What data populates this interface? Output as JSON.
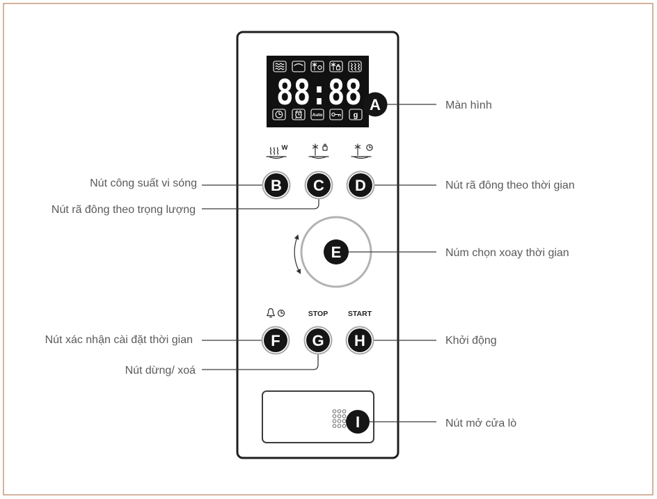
{
  "colors": {
    "frame": "#c9977c",
    "panel": "#1e1e1e",
    "display": "#111111",
    "marker": "#151515",
    "ring": "#a8a8a8",
    "label": "#5a5a5a",
    "leader": "#3a3a3a",
    "symbol": "#2e2e2e"
  },
  "display": {
    "time": "88:88",
    "top_icons": [
      "microwave-waves-icon",
      "grill-icon",
      "defrost-time-icon",
      "defrost-weight-icon",
      "combination-icon"
    ],
    "bottom_icons": [
      "clock-icon",
      "timer-icon",
      "auto-icon",
      "key-lock-icon",
      "weight-unit-icon"
    ],
    "auto_text": "Auto",
    "weight_unit_text": "g"
  },
  "panel_symbols": {
    "power_icon": "microwave-power-icon",
    "power_unit": "W",
    "defrost_weight_icon": "defrost-weight-icon",
    "defrost_time_icon": "defrost-time-icon",
    "confirm_icons": [
      "bell-icon",
      "clock-icon"
    ],
    "rotate_icon": "rotate-arrow-icon",
    "stop_label": "STOP",
    "start_label": "START",
    "door_release_icon": "dot-grid-icon"
  },
  "callouts": [
    {
      "letter": "A",
      "label": "Màn hình"
    },
    {
      "letter": "B",
      "label": "Nút công suất vi sóng"
    },
    {
      "letter": "C",
      "label": "Nút rã đông theo trọng lượng"
    },
    {
      "letter": "D",
      "label": "Nút rã đông theo thời gian"
    },
    {
      "letter": "E",
      "label": "Núm chọn xoay thời gian"
    },
    {
      "letter": "F",
      "label": "Nút xác nhận cài đặt thời gian"
    },
    {
      "letter": "G",
      "label": "Nút dừng/ xoá"
    },
    {
      "letter": "H",
      "label": "Khởi động"
    },
    {
      "letter": "I",
      "label": "Nút mở cửa lò"
    }
  ]
}
